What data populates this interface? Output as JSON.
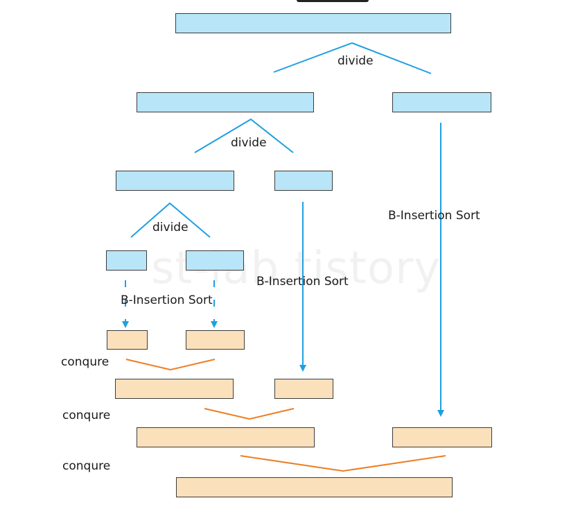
{
  "labels": {
    "divide": "divide",
    "sort": "B-Insertion Sort",
    "conquer": "conqure",
    "watermark": "st-lab.tistory"
  },
  "colors": {
    "split_line": "#1f9fe0",
    "merge_line": "#ee7d22",
    "blue_box": "#b8e5f8",
    "orange_box": "#fbe0bc"
  }
}
